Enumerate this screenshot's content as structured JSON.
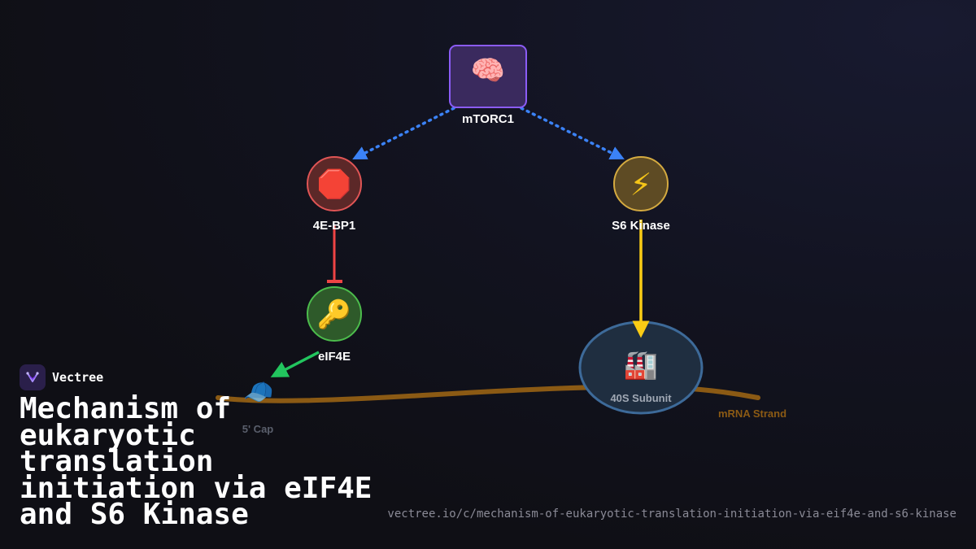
{
  "brand": {
    "name": "Vectree",
    "logo_icon": "v-tree-logo-icon"
  },
  "title": "Mechanism of eukaryotic translation initiation via eIF4E and S6 Kinase",
  "url": "vectree.io/c/mechanism-of-eukaryotic-translation-initiation-via-eif4e-and-s6-kinase",
  "nodes": {
    "mtorc1": {
      "label": "mTORC1",
      "icon": "brain-icon",
      "glyph": "🧠",
      "color": "#8b5cf6"
    },
    "bp1": {
      "label": "4E-BP1",
      "icon": "stop-sign-icon",
      "glyph": "🛑",
      "color": "#e05555"
    },
    "s6k": {
      "label": "S6 Kinase",
      "icon": "lightning-icon",
      "glyph": "⚡",
      "color": "#d4aa40"
    },
    "eif4e": {
      "label": "eIF4E",
      "icon": "key-icon",
      "glyph": "🔑",
      "color": "#4cbc4c"
    },
    "ribosome": {
      "label": "40S Subunit",
      "icon": "factory-icon",
      "glyph": "🏭",
      "color": "#3d6a99"
    },
    "cap": {
      "label": "5' Cap",
      "icon": "cap-icon",
      "glyph": "🧢"
    },
    "mrna": {
      "label": "mRNA Strand",
      "color": "#8b5a14"
    }
  },
  "edges": [
    {
      "from": "mTORC1",
      "to": "4E-BP1",
      "style": "dotted-arrow",
      "color": "#3b82f6"
    },
    {
      "from": "mTORC1",
      "to": "S6 Kinase",
      "style": "dotted-arrow",
      "color": "#3b82f6"
    },
    {
      "from": "4E-BP1",
      "to": "eIF4E",
      "style": "inhibition",
      "color": "#ef4444"
    },
    {
      "from": "S6 Kinase",
      "to": "40S Subunit",
      "style": "arrow",
      "color": "#facc15"
    },
    {
      "from": "eIF4E",
      "to": "5' Cap",
      "style": "arrow",
      "color": "#22c55e"
    }
  ]
}
